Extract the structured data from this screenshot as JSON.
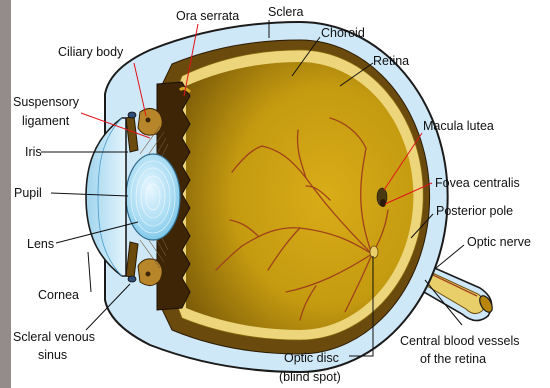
{
  "diagram": {
    "labels": {
      "ora_serrata": "Ora serrata",
      "sclera": "Sclera",
      "choroid": "Choroid",
      "retina": "Retina",
      "ciliary_body": "Ciliary body",
      "suspensory_ligament_line1": "Suspensory",
      "suspensory_ligament_line2": "ligament",
      "iris": "Iris",
      "pupil": "Pupil",
      "lens": "Lens",
      "cornea": "Cornea",
      "scleral_venous_sinus_line1": "Scleral venous",
      "scleral_venous_sinus_line2": "sinus",
      "macula_lutea": "Macula lutea",
      "fovea_centralis": "Fovea centralis",
      "posterior_pole": "Posterior pole",
      "optic_nerve": "Optic nerve",
      "central_vessels_line1": "Central blood vessels",
      "central_vessels_line2": "of the retina",
      "optic_disc_line1": "Optic disc",
      "optic_disc_line2": "(blind spot)"
    },
    "colors": {
      "left_border": "#938c8a",
      "sclera": "#cfe8f7",
      "choroid": "#6b4a0d",
      "retina": "#ecd57a",
      "vitreous": "#c49a10",
      "ciliary_body": "#3d2506",
      "lens": "#8fd0ef",
      "cornea": "#b8e1f4",
      "vessels": "#a0411c",
      "pointer_red": "#e0141b",
      "pointer_black": "#111111"
    }
  }
}
